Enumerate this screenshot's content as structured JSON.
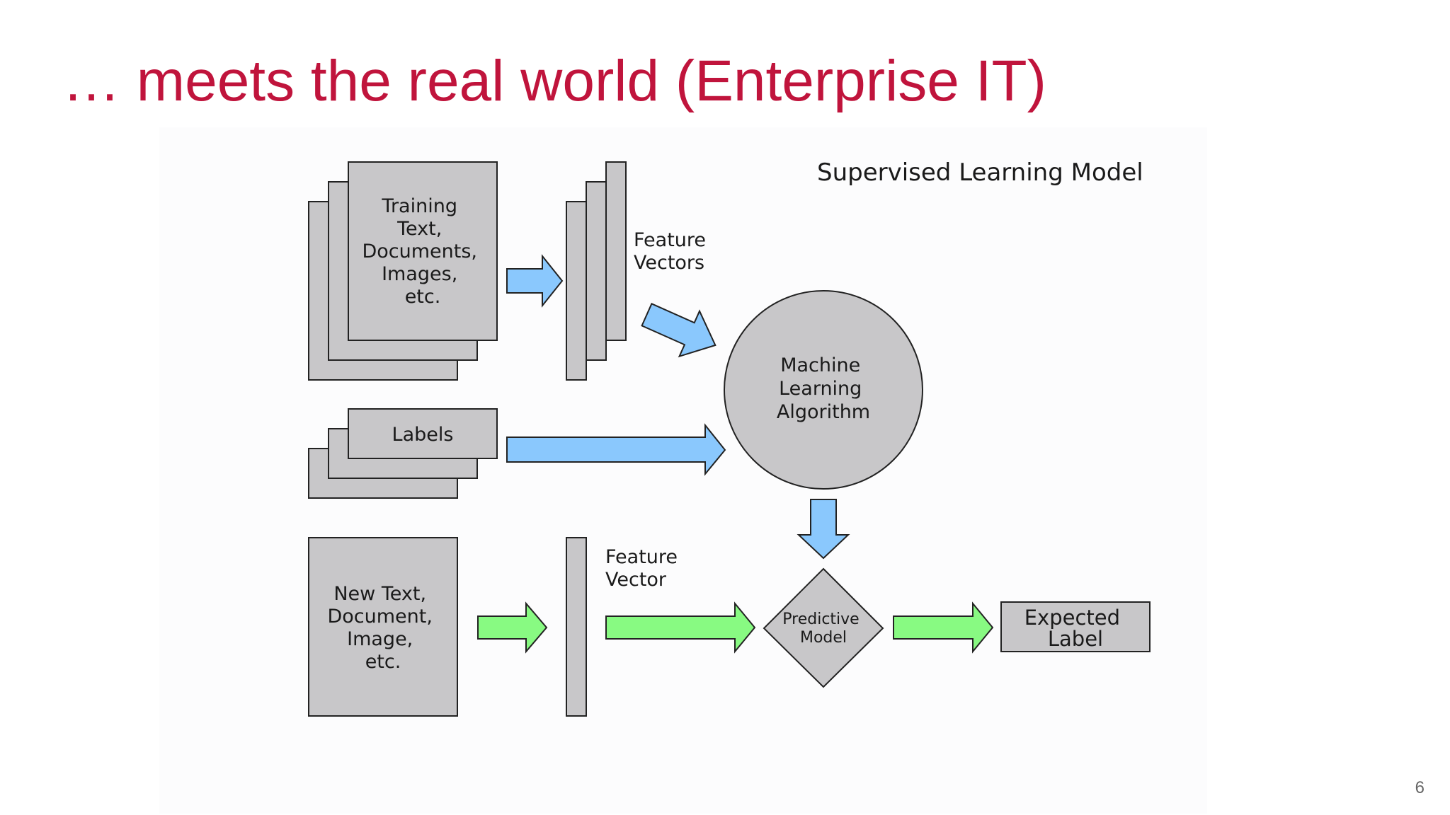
{
  "slide": {
    "title": "… meets the real world (Enterprise IT)",
    "page_number": "6",
    "title_color": "#c0143c",
    "panel_color": "#fcfcfd"
  },
  "diagram": {
    "title": "Supervised Learning Model",
    "colors": {
      "node_fill": "#c8c7c9",
      "node_stroke": "#222222",
      "training_arrow": "#8ac8fd",
      "prediction_arrow": "#88fa82"
    },
    "nodes": {
      "training_docs": [
        "Training",
        "Text,",
        "Documents,",
        "Images,",
        "etc."
      ],
      "feature_vectors": [
        "Feature",
        "Vectors"
      ],
      "labels": "Labels",
      "algorithm": [
        "Machine",
        "Learning",
        "Algorithm"
      ],
      "new_doc": [
        "New Text,",
        "Document,",
        "Image,",
        "etc."
      ],
      "feature_vector": [
        "Feature",
        "Vector"
      ],
      "predictive_model": [
        "Predictive",
        "Model"
      ],
      "expected_label": [
        "Expected",
        "Label"
      ]
    }
  }
}
